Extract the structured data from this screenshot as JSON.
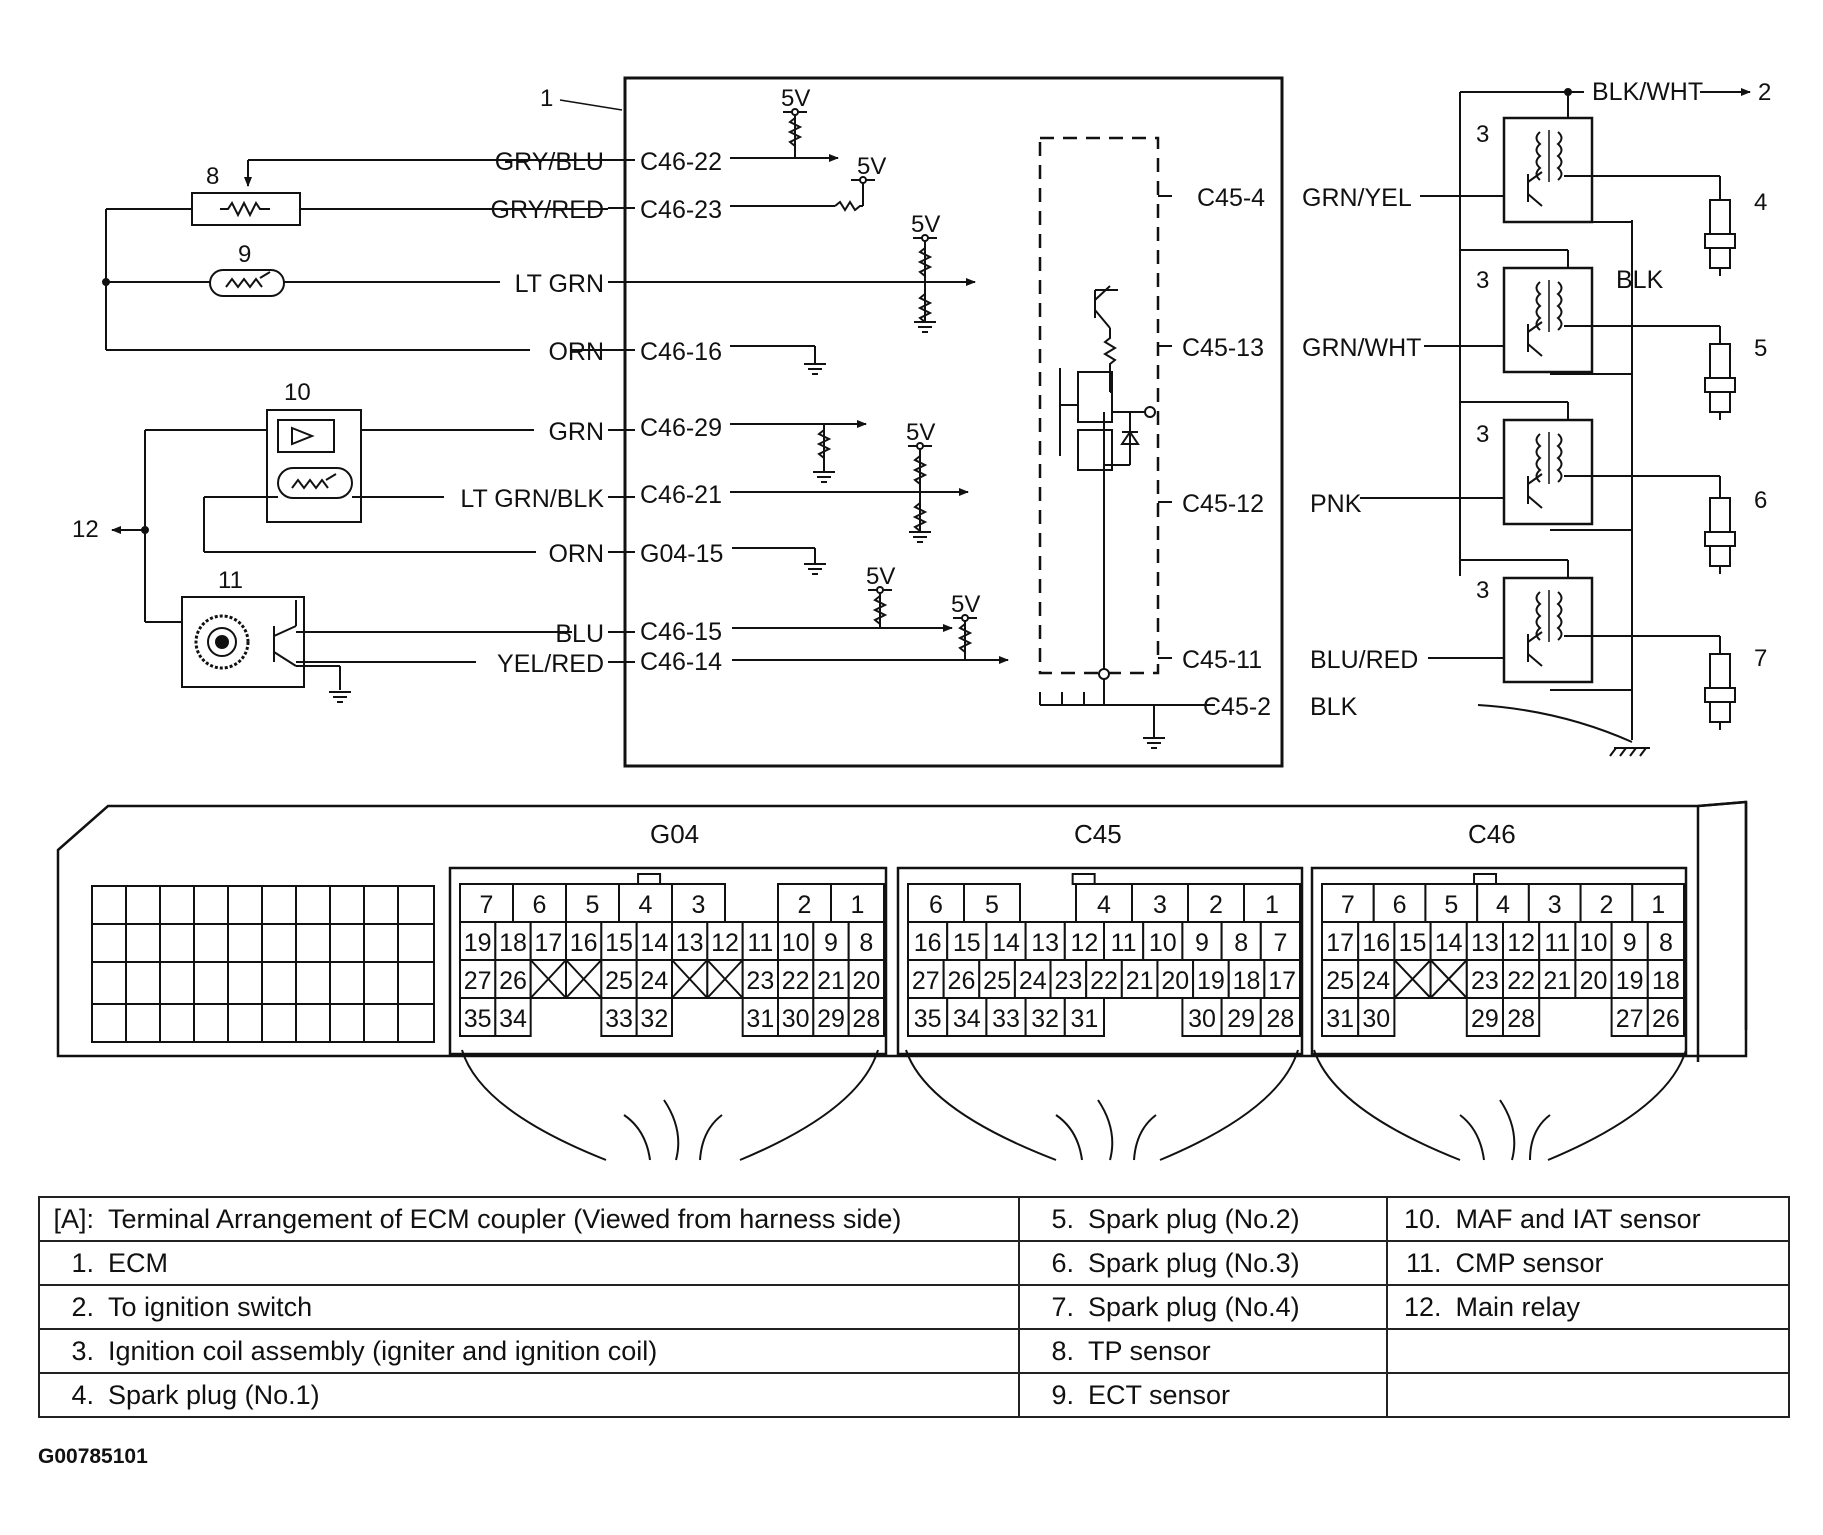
{
  "wires_left": {
    "gry_blu": "GRY/BLU",
    "gry_red": "GRY/RED",
    "lt_grn": "LT GRN",
    "orn1": "ORN",
    "grn": "GRN",
    "lt_grn_blk": "LT GRN/BLK",
    "orn2": "ORN",
    "blu": "BLU",
    "yel_red": "YEL/RED"
  },
  "pins_left": {
    "c46_22": "C46-22",
    "c46_23": "C46-23",
    "c46_16": "C46-16",
    "c46_29": "C46-29",
    "c46_21": "C46-21",
    "g04_15": "G04-15",
    "c46_15": "C46-15",
    "c46_14": "C46-14"
  },
  "pins_right": {
    "c45_4": "C45-4",
    "c45_13": "C45-13",
    "c45_12": "C45-12",
    "c45_11": "C45-11",
    "c45_2": "C45-2"
  },
  "wires_right": {
    "grn_yel": "GRN/YEL",
    "grn_wht": "GRN/WHT",
    "pnk": "PNK",
    "blu_red": "BLU/RED",
    "blk_gnd": "BLK",
    "blk_wht": "BLK/WHT",
    "blk_bus": "BLK"
  },
  "voltage": "5V",
  "callouts": {
    "ecm": "1",
    "ignition": "2",
    "coil": "3",
    "plug1": "4",
    "plug2": "5",
    "plug3": "6",
    "plug4": "7",
    "tp": "8",
    "ect": "9",
    "maf": "10",
    "cmp": "11",
    "relay": "12"
  },
  "connectors": {
    "g04": {
      "name": "G04",
      "rows": [
        [
          "7",
          "6",
          "5",
          "4",
          "3",
          "",
          "2",
          "1"
        ],
        [
          "19",
          "18",
          "17",
          "16",
          "15",
          "14",
          "13",
          "12",
          "11",
          "10",
          "9",
          "8"
        ],
        [
          "27",
          "26",
          "X",
          "X",
          "25",
          "24",
          "X",
          "X",
          "23",
          "22",
          "21",
          "20"
        ],
        [
          "35",
          "34",
          "",
          "",
          "33",
          "32",
          "",
          "",
          "31",
          "30",
          "29",
          "28"
        ]
      ]
    },
    "c45": {
      "name": "C45",
      "rows": [
        [
          "6",
          "5",
          "",
          "4",
          "3",
          "2",
          "1"
        ],
        [
          "16",
          "15",
          "14",
          "13",
          "12",
          "11",
          "10",
          "9",
          "8",
          "7"
        ],
        [
          "27",
          "26",
          "25",
          "24",
          "23",
          "22",
          "21",
          "20",
          "19",
          "18",
          "17"
        ],
        [
          "35",
          "34",
          "33",
          "32",
          "31",
          "",
          "",
          "30",
          "29",
          "28"
        ]
      ]
    },
    "c46": {
      "name": "C46",
      "rows": [
        [
          "7",
          "6",
          "5",
          "4",
          "3",
          "2",
          "1"
        ],
        [
          "17",
          "16",
          "15",
          "14",
          "13",
          "12",
          "11",
          "10",
          "9",
          "8"
        ],
        [
          "25",
          "24",
          "X",
          "X",
          "23",
          "22",
          "21",
          "20",
          "19",
          "18"
        ],
        [
          "31",
          "30",
          "",
          "",
          "29",
          "28",
          "",
          "",
          "27",
          "26"
        ]
      ]
    }
  },
  "legend": [
    [
      {
        "n": "[A]:",
        "t": "Terminal Arrangement of ECM coupler (Viewed from harness side)"
      },
      {
        "n": "5.",
        "t": "Spark plug (No.2)"
      },
      {
        "n": "10.",
        "t": "MAF and IAT sensor"
      }
    ],
    [
      {
        "n": "1.",
        "t": "ECM"
      },
      {
        "n": "6.",
        "t": "Spark plug (No.3)"
      },
      {
        "n": "11.",
        "t": "CMP sensor"
      }
    ],
    [
      {
        "n": "2.",
        "t": "To ignition switch"
      },
      {
        "n": "7.",
        "t": "Spark plug (No.4)"
      },
      {
        "n": "12.",
        "t": "Main relay"
      }
    ],
    [
      {
        "n": "3.",
        "t": "Ignition coil assembly (igniter and ignition coil)"
      },
      {
        "n": "8.",
        "t": "TP sensor"
      },
      {
        "n": "",
        "t": ""
      }
    ],
    [
      {
        "n": "4.",
        "t": "Spark plug (No.1)"
      },
      {
        "n": "9.",
        "t": "ECT sensor"
      },
      {
        "n": "",
        "t": ""
      }
    ]
  ],
  "figure_id": "G00785101"
}
